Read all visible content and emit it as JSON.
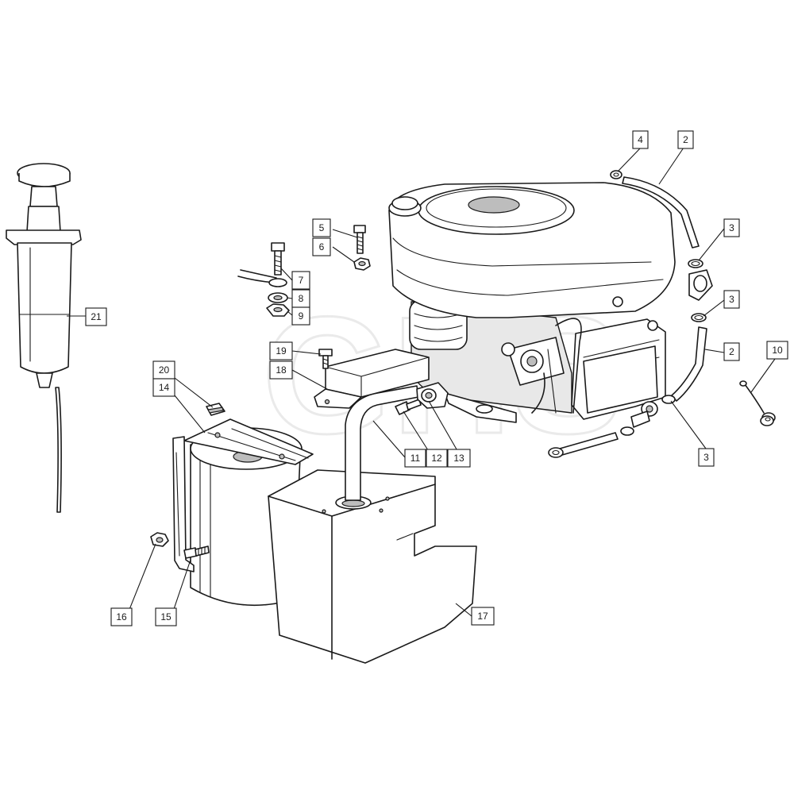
{
  "watermark": {
    "text": "GHS"
  },
  "callouts": [
    {
      "id": "c-4a",
      "label": "4"
    },
    {
      "id": "c-2a",
      "label": "2"
    },
    {
      "id": "c-5",
      "label": "5"
    },
    {
      "id": "c-6",
      "label": "6"
    },
    {
      "id": "c-3a",
      "label": "3"
    },
    {
      "id": "c-7",
      "label": "7"
    },
    {
      "id": "c-8",
      "label": "8"
    },
    {
      "id": "c-9",
      "label": "9"
    },
    {
      "id": "c-3b",
      "label": "3"
    },
    {
      "id": "c-21",
      "label": "21"
    },
    {
      "id": "c-19",
      "label": "19"
    },
    {
      "id": "c-2b",
      "label": "2"
    },
    {
      "id": "c-10",
      "label": "10"
    },
    {
      "id": "c-18",
      "label": "18"
    },
    {
      "id": "c-20",
      "label": "20"
    },
    {
      "id": "c-14",
      "label": "14"
    },
    {
      "id": "c-11",
      "label": "11"
    },
    {
      "id": "c-12",
      "label": "12"
    },
    {
      "id": "c-13",
      "label": "13"
    },
    {
      "id": "c-3c",
      "label": "3"
    },
    {
      "id": "c-17",
      "label": "17"
    },
    {
      "id": "c-16",
      "label": "16"
    },
    {
      "id": "c-15",
      "label": "15"
    }
  ]
}
